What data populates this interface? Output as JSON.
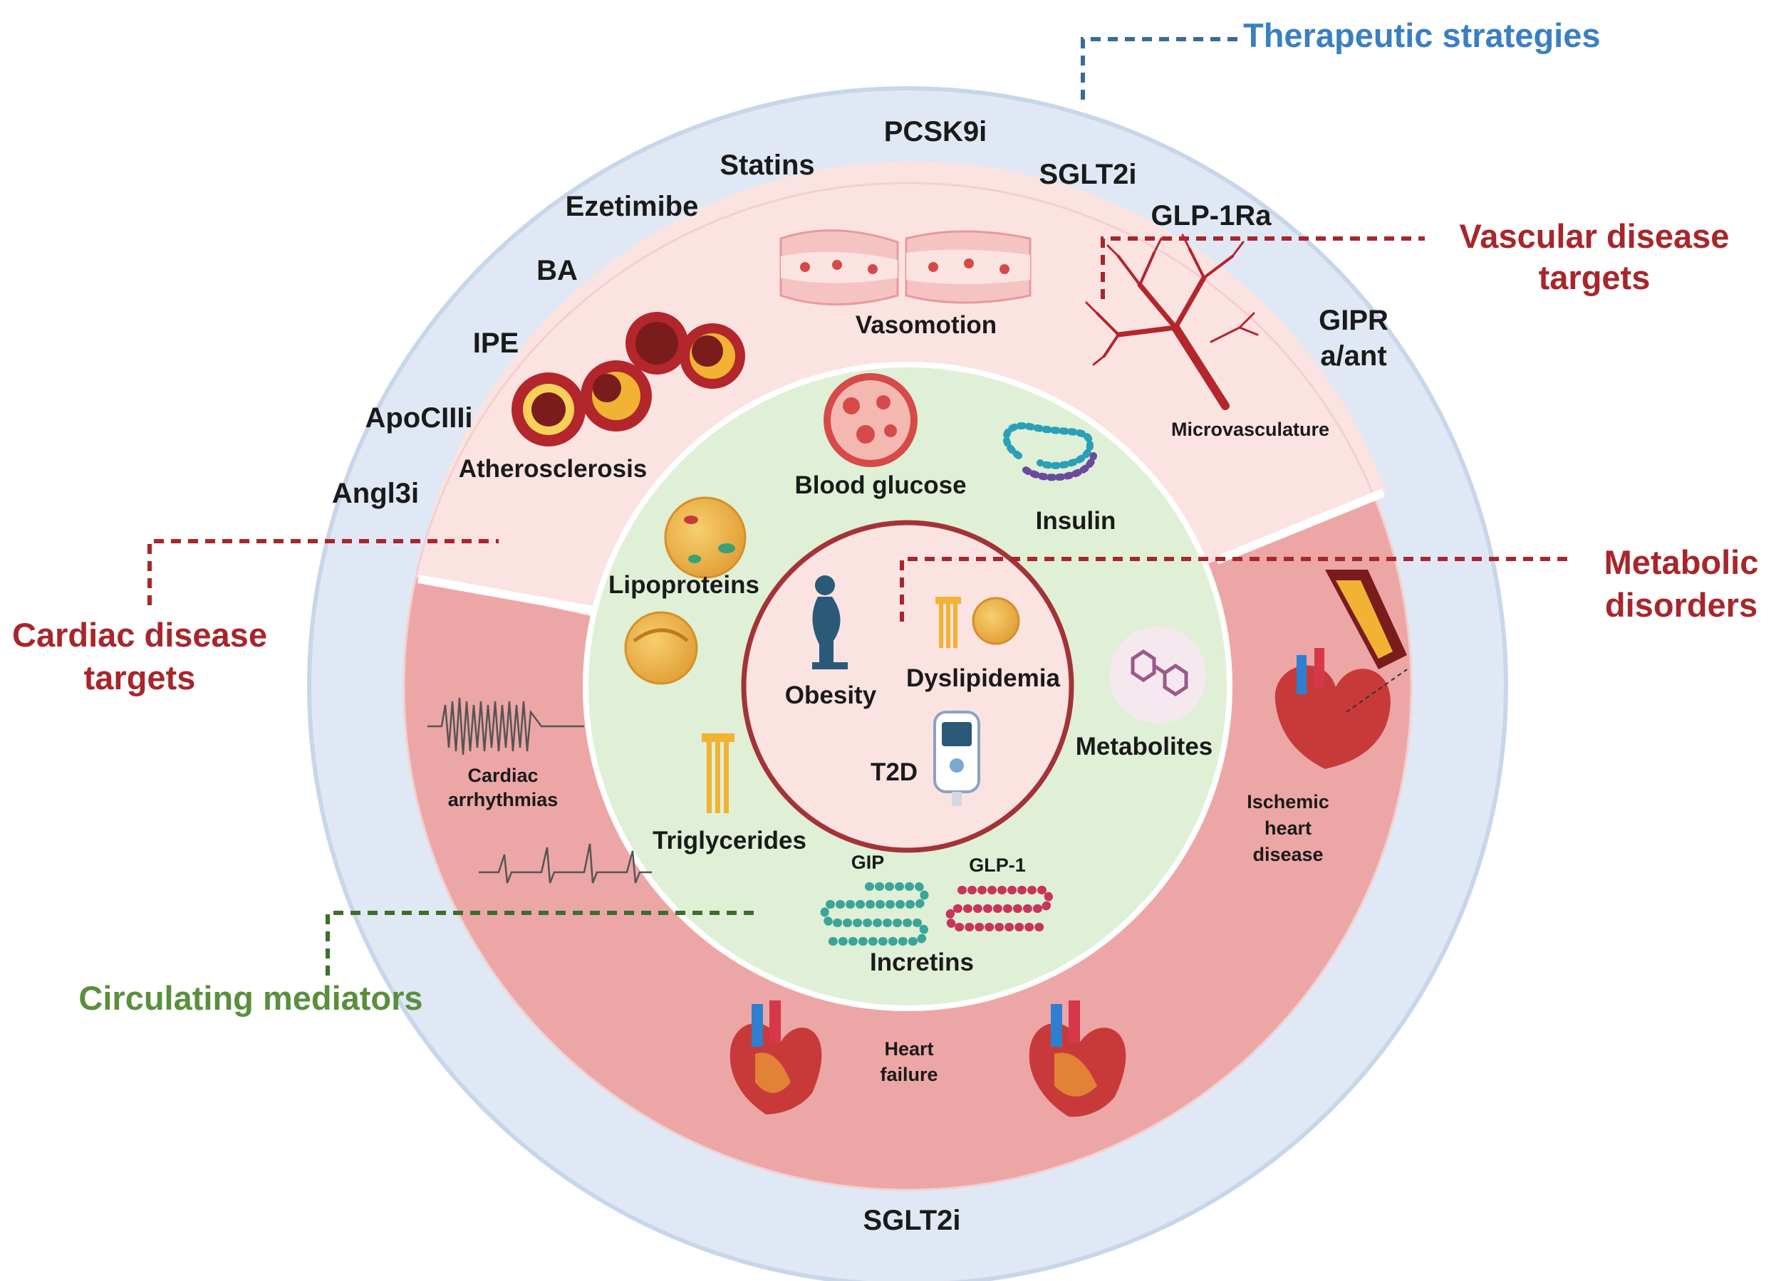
{
  "categories": {
    "therapeutic": "Therapeutic strategies",
    "vascular_line1": "Vascular disease",
    "vascular_line2": "targets",
    "metabolic_line1": "Metabolic",
    "metabolic_line2": "disorders",
    "cardiac_line1": "Cardiac disease",
    "cardiac_line2": "targets",
    "circulating": "Circulating mediators"
  },
  "drugs": {
    "pcsk9i": "PCSK9i",
    "statins": "Statins",
    "sglt2i_top": "SGLT2i",
    "ezetimibe": "Ezetimibe",
    "glp1ra": "GLP-1Ra",
    "ba": "BA",
    "gipr_line1": "GIPR",
    "gipr_line2": "a/ant",
    "ipe": "IPE",
    "apociiii": "ApoCIIIi",
    "angl3i": "Angl3i",
    "sglt2i_bottom": "SGLT2i"
  },
  "vascular": {
    "vasomotion": "Vasomotion",
    "atherosclerosis": "Atherosclerosis",
    "microvasculature": "Microvasculature"
  },
  "cardiac": {
    "arrhythmias_line1": "Cardiac",
    "arrhythmias_line2": "arrhythmias",
    "ischemic_line1": "Ischemic",
    "ischemic_line2": "heart",
    "ischemic_line3": "disease",
    "hf_line1": "Heart",
    "hf_line2": "failure"
  },
  "circulating": {
    "blood_glucose": "Blood glucose",
    "insulin": "Insulin",
    "lipoproteins": "Lipoproteins",
    "metabolites": "Metabolites",
    "triglycerides": "Triglycerides",
    "incretins": "Incretins",
    "gip": "GIP",
    "glp1": "GLP-1"
  },
  "metabolic": {
    "obesity": "Obesity",
    "dyslipidemia": "Dyslipidemia",
    "t2d": "T2D"
  },
  "colors": {
    "outer_ring": "#dfe8f4",
    "outer_edge": "#c8d6ea",
    "vascular_band": "#fbe3e2",
    "cardiac_band": "#eda6a6",
    "circulating_disc": "#dff0d6",
    "metabolic_disc": "#fbe3e2",
    "metabolic_edge": "#a33337",
    "title_blue": "#3a7fc1",
    "title_red": "#a8262b",
    "title_green": "#5a8f3d"
  }
}
